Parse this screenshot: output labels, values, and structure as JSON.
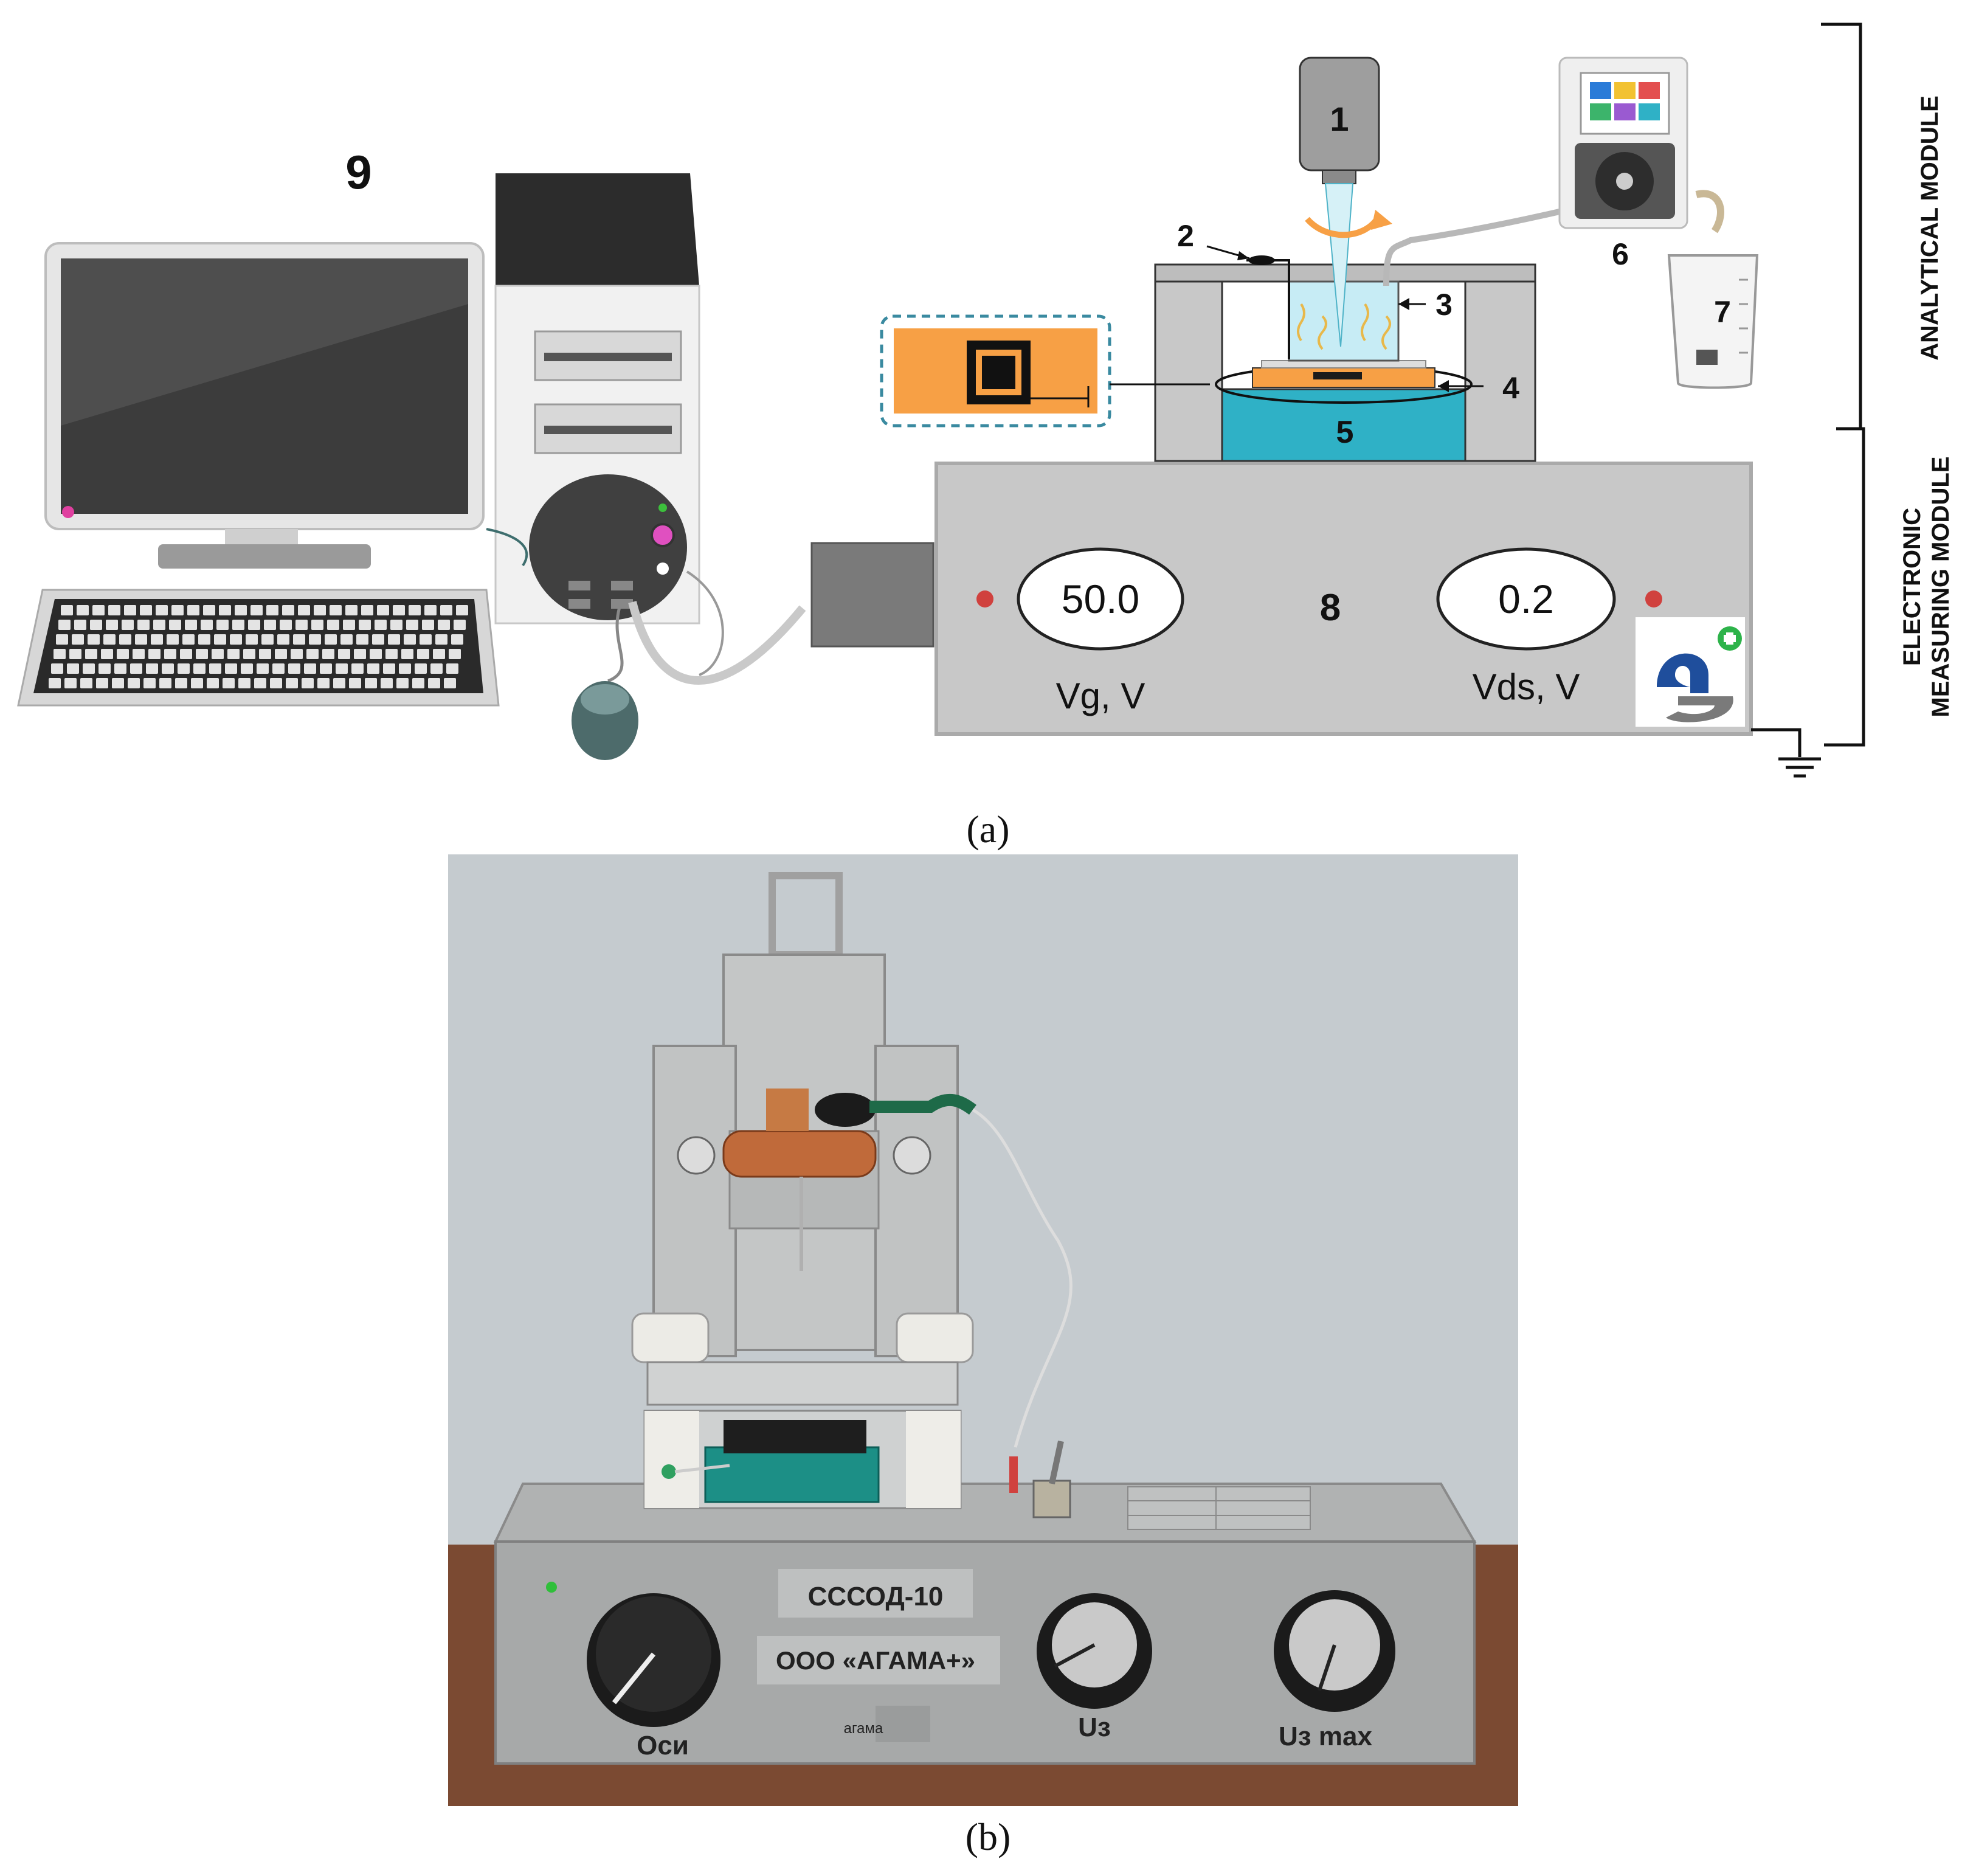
{
  "panel_a": {
    "caption": "(a)",
    "labels": {
      "computer": "9",
      "light_source": "1",
      "electrode": "2",
      "cell": "3",
      "chip": "4",
      "holder": "5",
      "pump": "6",
      "beaker": "7",
      "meter": "8"
    },
    "display_vg": {
      "value": "50.0",
      "label": "Vg, V"
    },
    "display_vds": {
      "value": "0.2",
      "label": "Vds, V"
    },
    "module_analytical": "ANALYTICAL MODULE",
    "module_electronic_line1": "ELECTRONIC",
    "module_electronic_line2": "MEASURING MODULE",
    "colors": {
      "orange": "#f7a045",
      "teal": "#2fb1c6",
      "gray_panel": "#c8c8c8",
      "dashed_border": "#3a8aa0",
      "red_led": "#d0413e"
    }
  },
  "panel_b": {
    "caption": "(b)",
    "device_name": "СССОД-10",
    "company": "ООО «АГАМА+»",
    "logo_text": "агама",
    "knob_left_label": "Оси",
    "knob_mid_label": "Uз",
    "knob_right_label": "Uз max"
  }
}
